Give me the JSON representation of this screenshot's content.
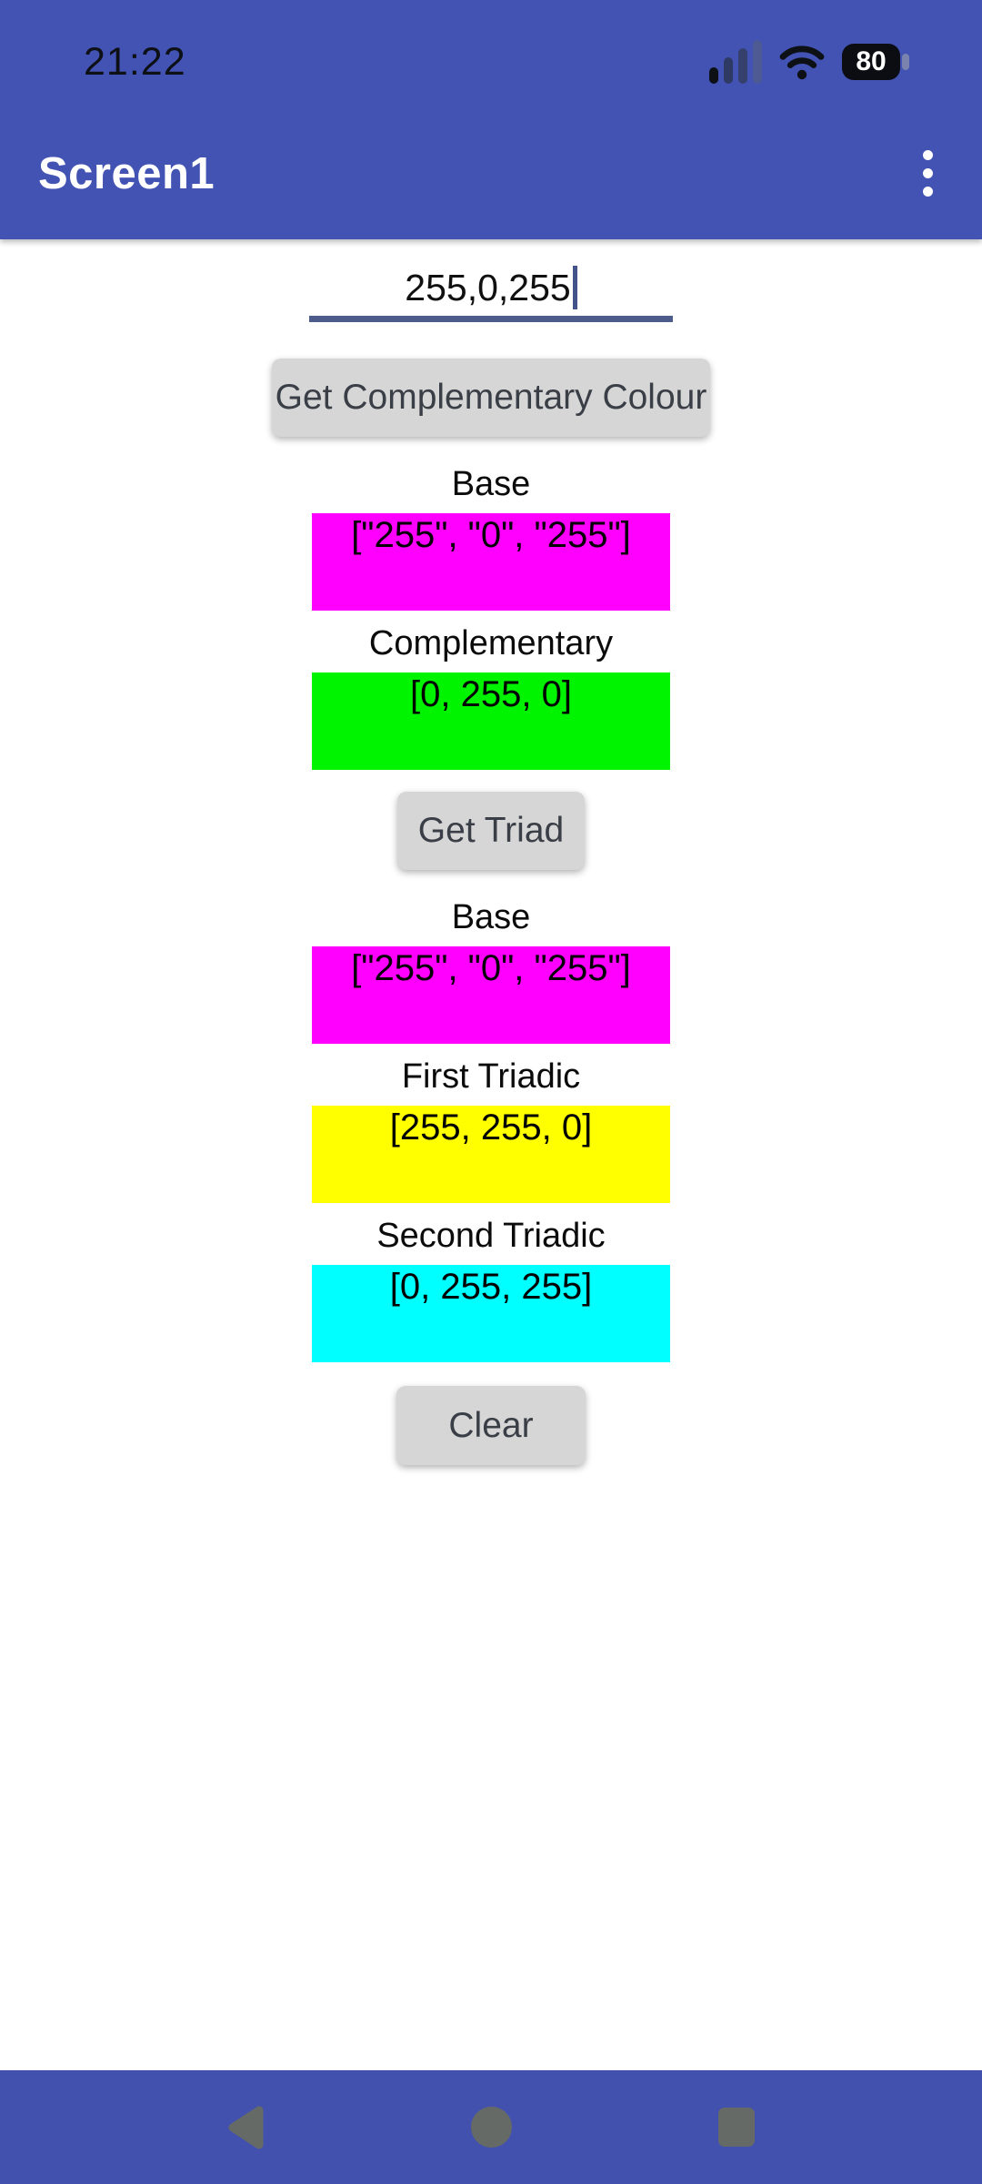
{
  "theme": {
    "primary_color": "#4353b4",
    "nav_bar_color": "#4251ae",
    "content_bg": "#ffffff",
    "button_bg": "#d6d6d6",
    "button_text_color": "#3a3e46",
    "input_underline_color": "#4d5c8a",
    "caret_color": "#44548a",
    "nav_icon_color": "#666a66",
    "status_icon_color": "#0d1015"
  },
  "status_bar": {
    "time": "21:22",
    "battery_percent": "80",
    "icons": [
      "signal-strength-icon",
      "wifi-icon",
      "battery-icon"
    ]
  },
  "app_bar": {
    "title": "Screen1",
    "menu_icon": "kebab-menu-icon"
  },
  "content": {
    "rgb_input": {
      "value": "255,0,255",
      "placeholder": ""
    },
    "buttons": {
      "complementary": "Get Complementary Colour",
      "triad": "Get Triad",
      "clear": "Clear"
    },
    "sections": [
      {
        "label": "Base",
        "value": "[\"255\", \"0\", \"255\"]",
        "color": "#ff00ff"
      },
      {
        "label": "Complementary",
        "value": "[0, 255, 0]",
        "color": "#00f400"
      },
      {
        "label": "Base",
        "value": "[\"255\", \"0\", \"255\"]",
        "color": "#ff00ff"
      },
      {
        "label": "First Triadic",
        "value": "[255, 255, 0]",
        "color": "#ffff00"
      },
      {
        "label": "Second Triadic",
        "value": "[0, 255, 255]",
        "color": "#00ffff"
      }
    ]
  },
  "nav_bar": {
    "icons": [
      "back-icon",
      "home-icon",
      "recents-icon"
    ]
  }
}
